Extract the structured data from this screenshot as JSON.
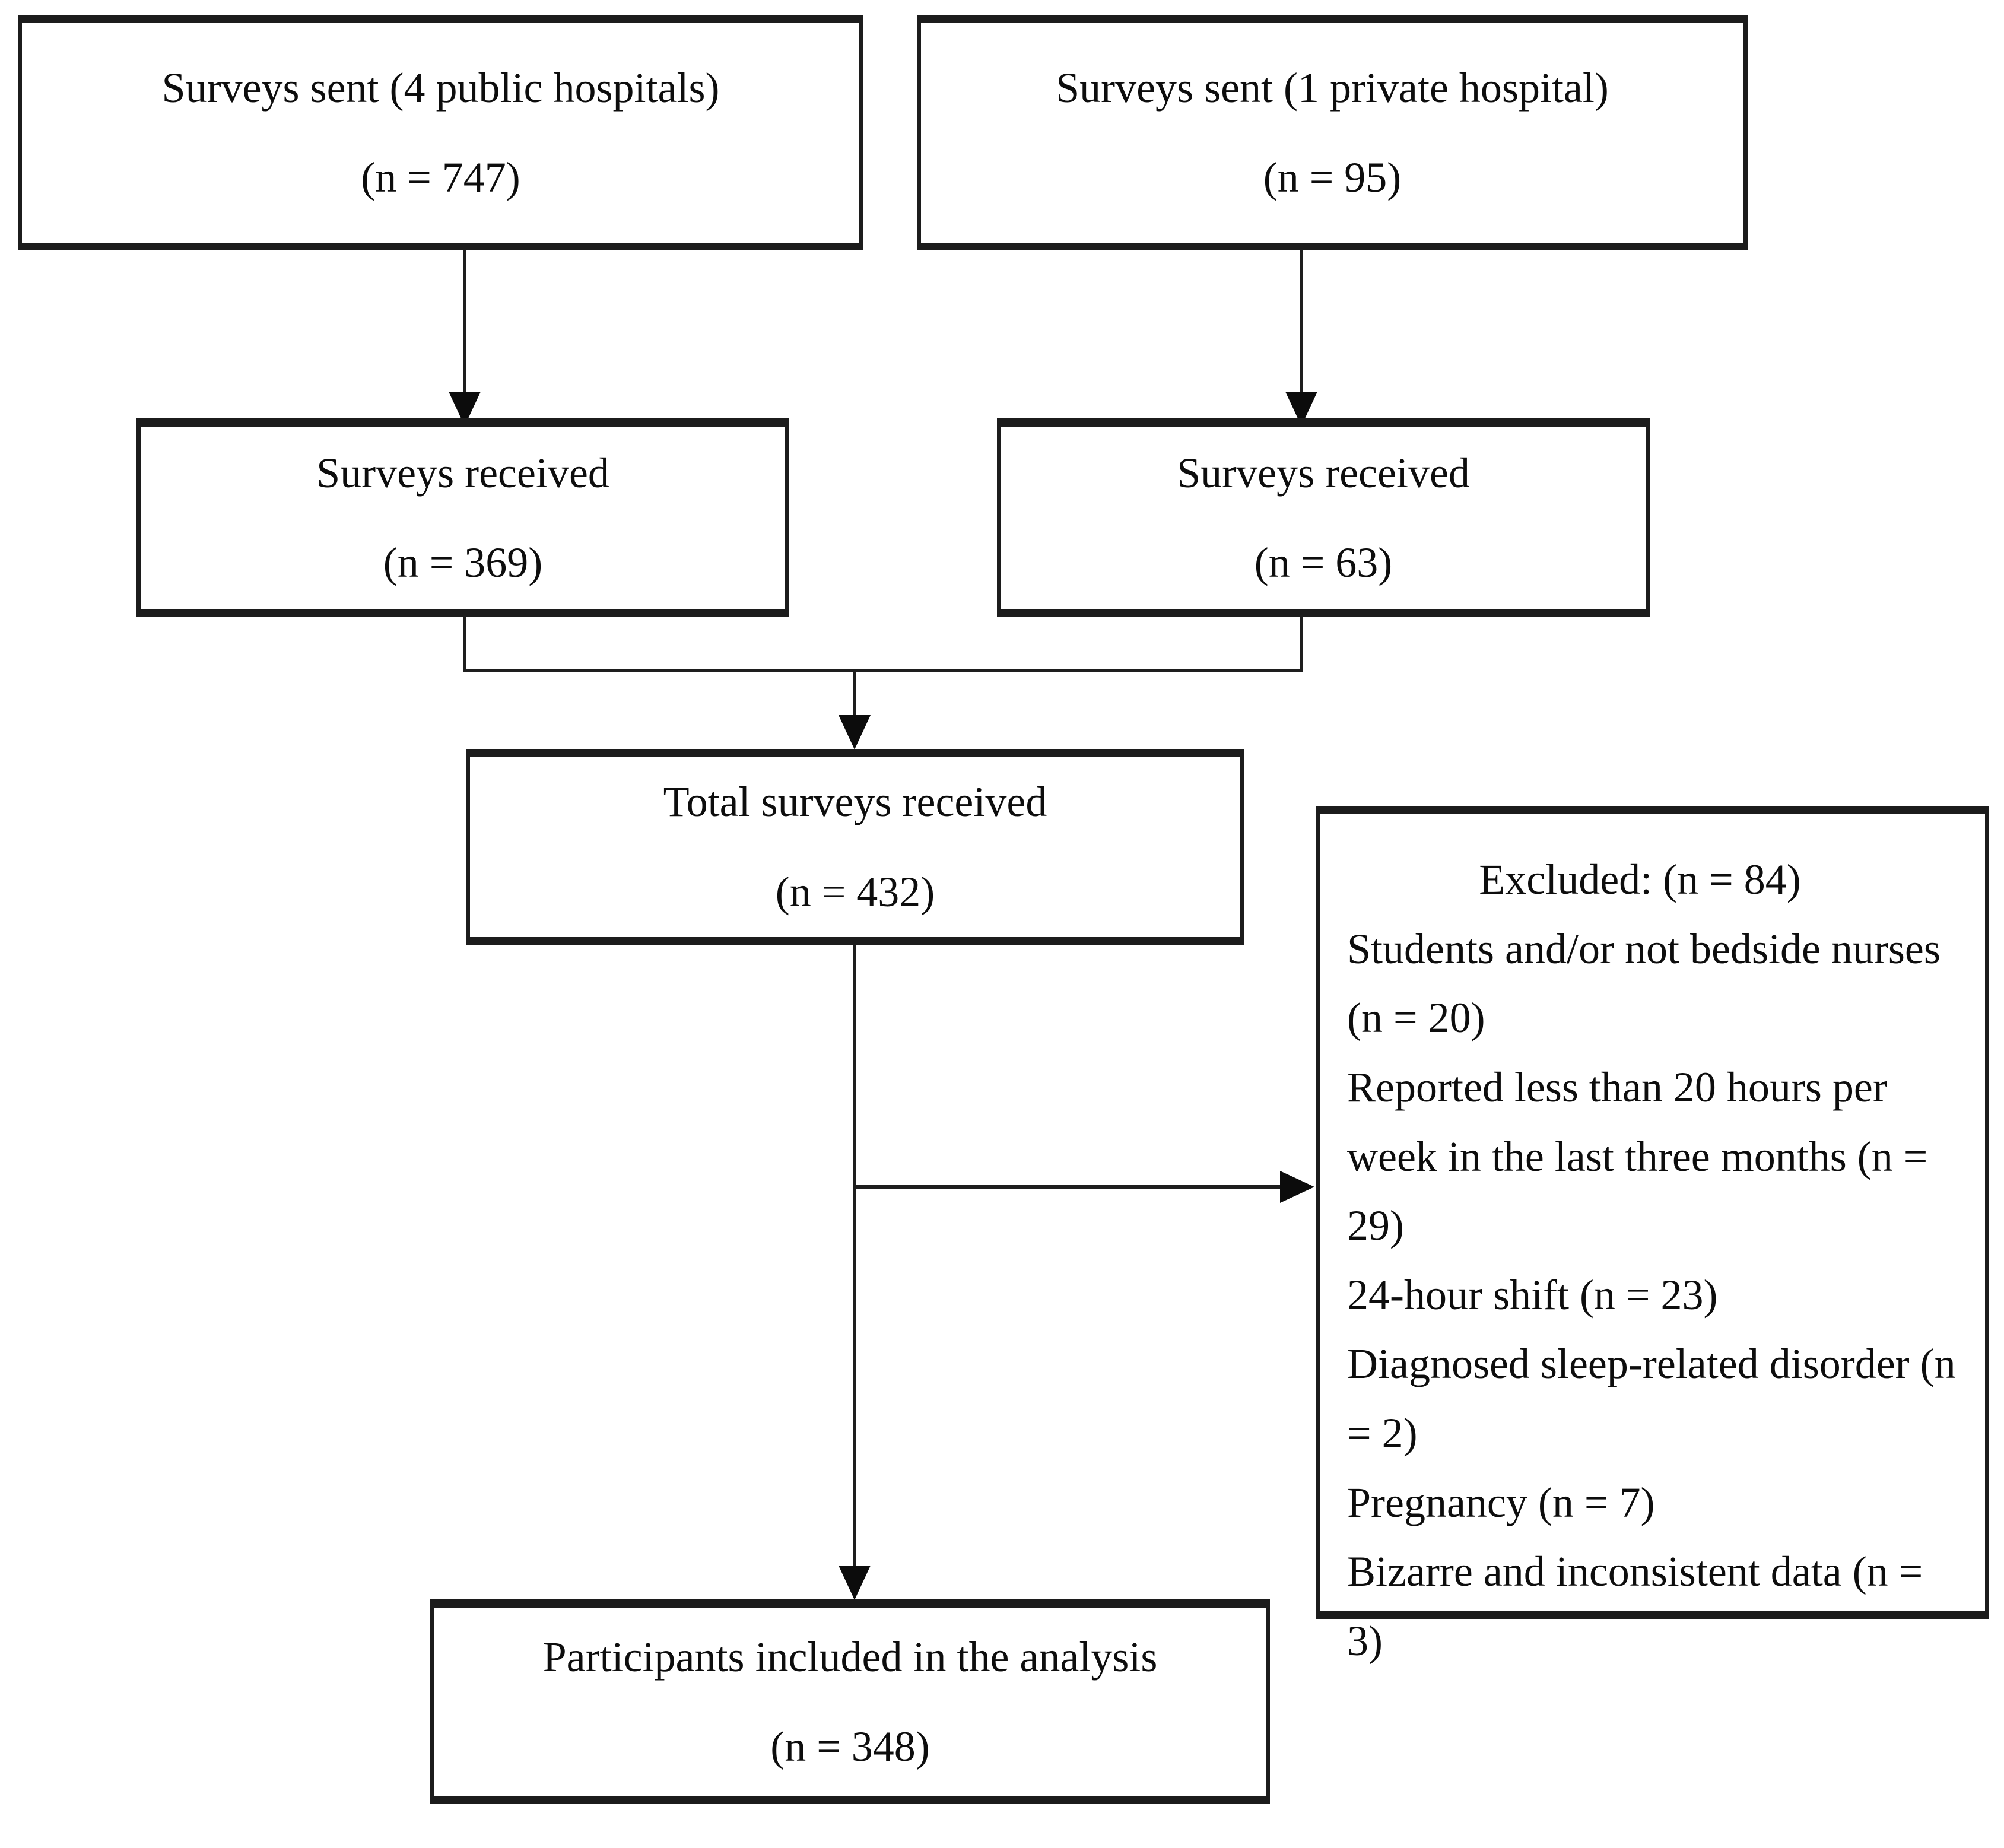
{
  "page": {
    "background_color": "#ffffff",
    "ink_color": "#1c1c1c"
  },
  "diagram": {
    "boxes": {
      "sent_public": {
        "title": "Surveys sent (4 public hospitals)",
        "count": "(n = 747)"
      },
      "sent_private": {
        "title": "Surveys sent (1 private hospital)",
        "count": "(n = 95)"
      },
      "received_public": {
        "title": "Surveys received",
        "count": "(n = 369)"
      },
      "received_private": {
        "title": "Surveys received",
        "count": "(n = 63)"
      },
      "total_received": {
        "title": "Total surveys received",
        "count": "(n = 432)"
      },
      "excluded": {
        "header": "Excluded: (n = 84)",
        "reasons": [
          "Students and/or not bedside nurses (n = 20)",
          "Reported less than 20 hours per week in the last three months (n = 29)",
          "24-hour shift (n = 23)",
          "Diagnosed sleep-related disorder (n = 2)",
          "Pregnancy (n = 7)",
          "Bizarre and inconsistent data (n = 3)"
        ]
      },
      "included": {
        "title": "Participants included in the analysis",
        "count": "(n = 348)"
      }
    }
  }
}
